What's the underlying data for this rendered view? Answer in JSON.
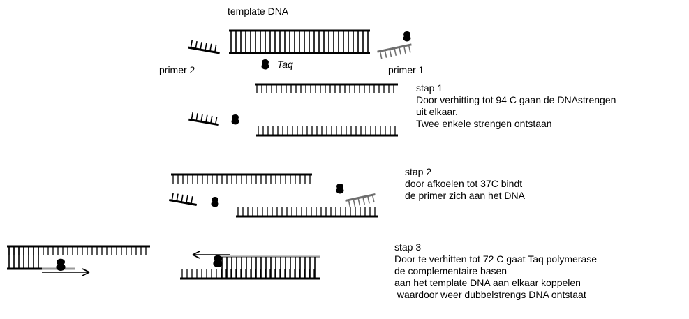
{
  "labels": {
    "template": "template DNA",
    "primer2": "primer 2",
    "taq": "Taq",
    "primer1": "primer 1"
  },
  "steps": [
    {
      "title": "stap 1",
      "lines": [
        "Door verhitting tot 94 C gaan de DNAstrengen",
        "uit elkaar.",
        "Twee enkele strengen ontstaan"
      ]
    },
    {
      "title": "stap 2",
      "lines": [
        "door afkoelen tot 37C bindt",
        "de primer zich aan het DNA"
      ]
    },
    {
      "title": "stap 3",
      "lines": [
        "Door te verhitten tot 72 C gaat  Taq polymerase",
        "de complementaire basen",
        "aan het template DNA aan elkaar koppelen",
        " waardoor weer dubbelstrengs DNA ontstaat"
      ]
    }
  ],
  "colors": {
    "strand": "#000000",
    "primer": "#6e6e6e",
    "new_strand": "#9a9a9a",
    "taq": "#000000"
  }
}
